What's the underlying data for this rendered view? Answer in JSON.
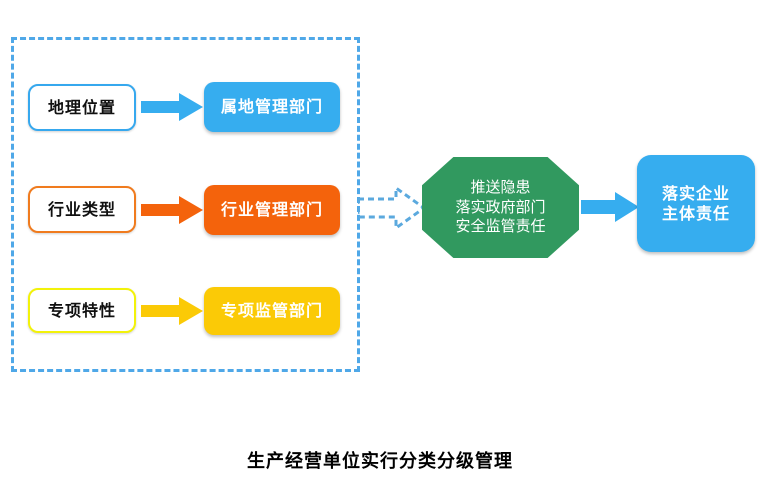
{
  "caption": "生产经营单位实行分类分级管理",
  "group": {
    "name": "classification-criteria-group",
    "border_color": "#4FA8E8",
    "border_style": "dashed"
  },
  "rows": [
    {
      "criteria_label": "地理位置",
      "criteria_border_color": "#36A8EE",
      "arrow_color": "#36ADEF",
      "dept_label": "属地管理部门",
      "dept_fill_color": "#36ADEF",
      "dept_text_color": "#FFFFFF"
    },
    {
      "criteria_label": "行业类型",
      "criteria_border_color": "#F07B1E",
      "arrow_color": "#F4630C",
      "dept_label": "行业管理部门",
      "dept_fill_color": "#F4630C",
      "dept_text_color": "#FFFFFF"
    },
    {
      "criteria_label": "专项特性",
      "criteria_border_color": "#F2F20A",
      "arrow_color": "#FBCA06",
      "dept_label": "专项监管部门",
      "dept_fill_color": "#FBCA06",
      "dept_text_color": "#FFFFFF"
    }
  ],
  "dashed_connector": {
    "icon": "dashed-arrow-right-icon",
    "color": "#5BA9DE"
  },
  "octagon": {
    "lines": [
      "推送隐患",
      "落实政府部门",
      "安全监管责任"
    ],
    "fill_color": "#31995F",
    "text_color": "#FFFFFF"
  },
  "outcome_arrow": {
    "icon": "arrow-right-icon",
    "color": "#36ADEF"
  },
  "outcome": {
    "lines": [
      "落实企业",
      "主体责任"
    ],
    "fill_color": "#36ADEF",
    "text_color": "#FFFFFF"
  }
}
